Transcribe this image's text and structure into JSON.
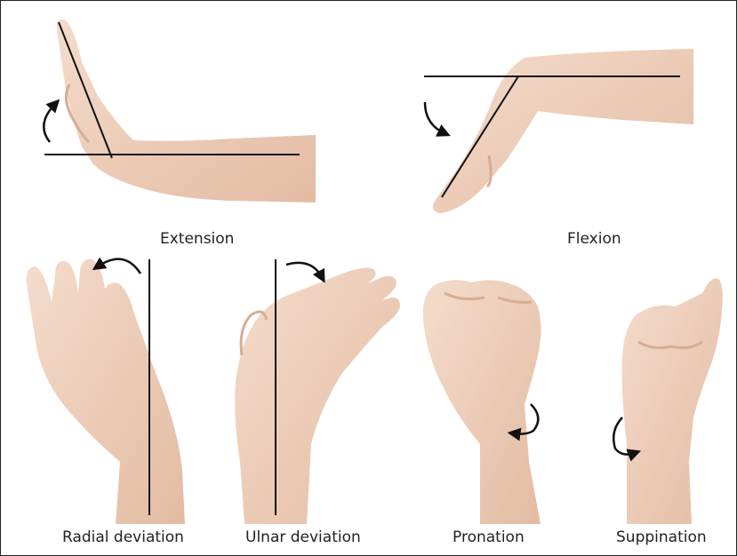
{
  "captions": {
    "extension": "Extension",
    "flexion": "Flexion",
    "radial_deviation": "Radial deviation",
    "ulnar_deviation": "Ulnar deviation",
    "pronation": "Pronation",
    "suppination": "Suppination"
  },
  "colors": {
    "skin": "#f0d1bd",
    "skin_shadow": "#dcb39b",
    "line": "#111111",
    "background": "#ffffff"
  }
}
